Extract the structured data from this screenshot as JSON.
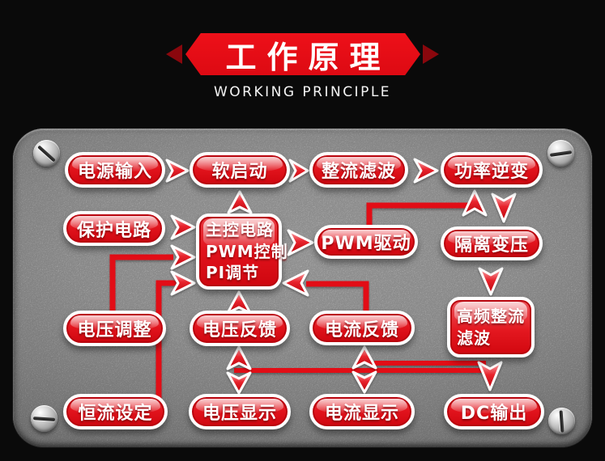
{
  "header": {
    "title": "工作原理",
    "subtitle": "WORKING PRINCIPLE"
  },
  "colors": {
    "banner_red": "#e60e17",
    "node_red": "#e2141d",
    "node_red_dark": "#ce060f",
    "line_red": "#e20f18",
    "plate_light": "#dddddd",
    "plate_dark": "#848484",
    "text_white": "#ffffff",
    "background_black": "#0a0a0a"
  },
  "icons": {
    "screw": "screw-icon",
    "arrow_right": "arrow-right-icon",
    "arrow_left": "arrow-left-icon",
    "arrow_up": "arrow-up-icon",
    "arrow_down": "arrow-down-icon"
  },
  "nodes": {
    "power_input": {
      "label": "电源输入"
    },
    "soft_start": {
      "label": "软启动"
    },
    "rectifier_filter": {
      "label": "整流滤波"
    },
    "power_inverter": {
      "label": "功率逆变"
    },
    "protection": {
      "label": "保护电路"
    },
    "main_control": {
      "line1": "主控电路",
      "line2": "PWM控制",
      "line3": "PI调节"
    },
    "pwm_drive": {
      "label": "PWM驱动"
    },
    "isolation_transformer": {
      "label": "隔离变压"
    },
    "voltage_adjust": {
      "label": "电压调整"
    },
    "voltage_feedback": {
      "label": "电压反馈"
    },
    "current_feedback": {
      "label": "电流反馈"
    },
    "hf_rectifier_filter": {
      "line1": "高频整流",
      "line2": "滤波"
    },
    "constant_current_setting": {
      "label": "恒流设定"
    },
    "voltage_display": {
      "label": "电压显示"
    },
    "current_display": {
      "label": "电流显示"
    },
    "dc_output": {
      "label": "DC输出"
    }
  },
  "edges": [
    {
      "from": "power_input",
      "to": "soft_start"
    },
    {
      "from": "soft_start",
      "to": "rectifier_filter"
    },
    {
      "from": "rectifier_filter",
      "to": "power_inverter"
    },
    {
      "from": "protection",
      "to": "main_control"
    },
    {
      "from": "voltage_adjust",
      "to": "main_control"
    },
    {
      "from": "constant_current_setting",
      "to": "main_control"
    },
    {
      "from": "voltage_feedback",
      "to": "main_control"
    },
    {
      "from": "current_feedback",
      "to": "main_control"
    },
    {
      "from": "main_control",
      "to": "soft_start"
    },
    {
      "from": "main_control",
      "to": "pwm_drive"
    },
    {
      "from": "pwm_drive",
      "to": "power_inverter"
    },
    {
      "from": "power_inverter",
      "to": "isolation_transformer"
    },
    {
      "from": "isolation_transformer",
      "to": "hf_rectifier_filter"
    },
    {
      "from": "hf_rectifier_filter",
      "to": "dc_output"
    },
    {
      "from": "output_line",
      "to": "voltage_feedback"
    },
    {
      "from": "output_line",
      "to": "current_feedback"
    },
    {
      "from": "voltage_feedback",
      "to": "voltage_display"
    },
    {
      "from": "current_feedback",
      "to": "current_display"
    }
  ]
}
